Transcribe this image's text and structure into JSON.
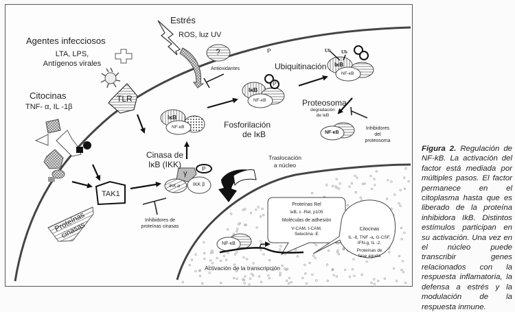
{
  "diagram": {
    "stimuli": {
      "stress_title": "Estrés",
      "stress_sub": "ROS, luz UV",
      "infectious_title": "Agentes  infecciosos",
      "infectious_sub1": "LTA, LPS,",
      "infectious_sub2": "Antígenos virales",
      "cytokines_title": "Citocinas",
      "cytokines_sub": "TNF- α, IL -1β"
    },
    "receptors": {
      "tlr": "TLR",
      "unknown_receptor": "?",
      "antioxidants": "Antioxidantes"
    },
    "kinases": {
      "tak1": "TAK1",
      "protein_kinases_1": "Proteínas",
      "protein_kinases_2": "cinasas",
      "ikk_title_1": "Cinasa de",
      "ikk_title_2": "IκB (IKK)",
      "ikk_gamma": "γ",
      "ikk_alpha": "IKK α",
      "ikk_beta": "IKK β",
      "phospho": "P",
      "kinase_inhibitors_1": "Inhibidores de",
      "kinase_inhibitors_2": "proteínas cinasas"
    },
    "complex": {
      "ikb": "IκB",
      "nfkb": "NF-κB"
    },
    "steps": {
      "phosphorylation_1": "Fosforilación",
      "phosphorylation_2": "de IκB",
      "ubiquitination": "Ubiquitinación",
      "ub": "Ub",
      "proteasome": "Proteosoma",
      "degradation_1": "degradación",
      "degradation_2": "de IκB",
      "proteasome_inhibitors_1": "Inhibidores",
      "proteasome_inhibitors_2": "del",
      "proteasome_inhibitors_3": "proteosoma",
      "translocation_1": "Traslocación",
      "translocation_2": "a núcleo",
      "transcription": "Activación de la transcripción"
    },
    "genes_box": {
      "rel_title": "Proteínas Rel",
      "rel_list": "IκB, c -Rel, p105",
      "adhesion_title": "Moléculas de adhesión",
      "adhesion_list_1": "V-CAM, I-CAM,",
      "adhesion_list_2": "Selectina -E"
    },
    "cytokine_bubble": {
      "title": "Citocinas",
      "list_1": "IL -8, TNF -a, G-CSF,",
      "list_2": "IFN-g, IL -2.",
      "acute_1": "Proteínas de",
      "acute_2": "fase aguda"
    }
  },
  "caption": {
    "label": "Figura 2.",
    "text": "Regulación de NF-kB. La activación del factor está mediada por múltiples pasos. El factor permanece en el citoplasma hasta que es liberado de la proteína inhibidora IkB. Distintos estímulos participan en su activación. Una vez en el núcleo puede transcribir genes relacionados con la respuesta inflamatoria, la defensa a estrés y la modulación de la respuesta inmune."
  }
}
